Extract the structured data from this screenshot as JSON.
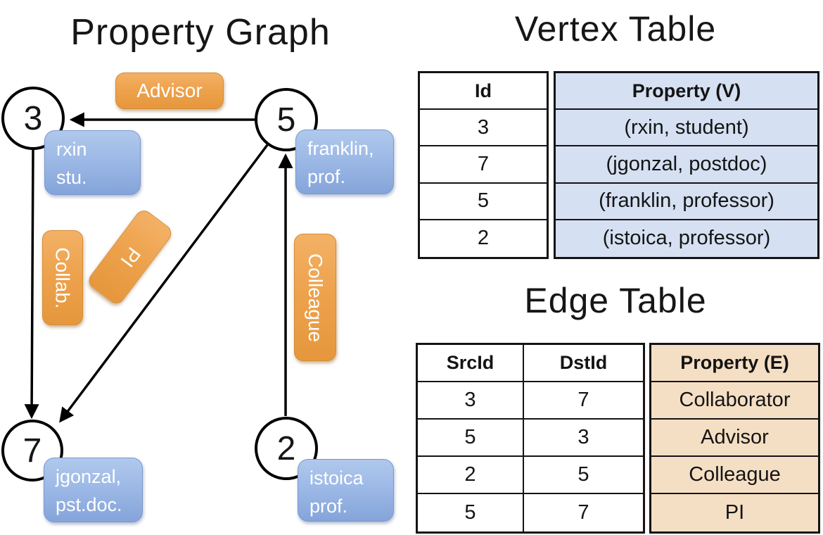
{
  "graph": {
    "title": "Property Graph",
    "vertices": [
      {
        "id": "3",
        "property_line1": "rxin",
        "property_line2": "stu."
      },
      {
        "id": "5",
        "property_line1": "franklin,",
        "property_line2": "prof."
      },
      {
        "id": "7",
        "property_line1": "jgonzal,",
        "property_line2": "pst.doc."
      },
      {
        "id": "2",
        "property_line1": "istoica",
        "property_line2": "prof."
      }
    ],
    "edges": [
      {
        "label": "Advisor",
        "src": "5",
        "dst": "3"
      },
      {
        "label": "Collab.",
        "src": "3",
        "dst": "7"
      },
      {
        "label": "PI",
        "src": "5",
        "dst": "7"
      },
      {
        "label": "Colleague",
        "src": "2",
        "dst": "5"
      }
    ]
  },
  "vertex_table": {
    "title": "Vertex Table",
    "columns": [
      "Id",
      "Property (V)"
    ],
    "rows": [
      {
        "id": "3",
        "property": "(rxin, student)"
      },
      {
        "id": "7",
        "property": "(jgonzal, postdoc)"
      },
      {
        "id": "5",
        "property": "(franklin, professor)"
      },
      {
        "id": "2",
        "property": "(istoica, professor)"
      }
    ]
  },
  "edge_table": {
    "title": "Edge Table",
    "columns": [
      "SrcId",
      "DstId",
      "Property (E)"
    ],
    "rows": [
      {
        "src": "3",
        "dst": "7",
        "property": "Collaborator"
      },
      {
        "src": "5",
        "dst": "3",
        "property": "Advisor"
      },
      {
        "src": "2",
        "dst": "5",
        "property": "Colleague"
      },
      {
        "src": "5",
        "dst": "7",
        "property": "PI"
      }
    ]
  },
  "colors": {
    "edge_label_orange": "#eda14b",
    "vertex_label_blue": "#95b0e0",
    "vertex_table_cell_blue": "#d5e0f2",
    "edge_table_cell_tan": "#f5dfc4",
    "line_black": "#000000"
  }
}
